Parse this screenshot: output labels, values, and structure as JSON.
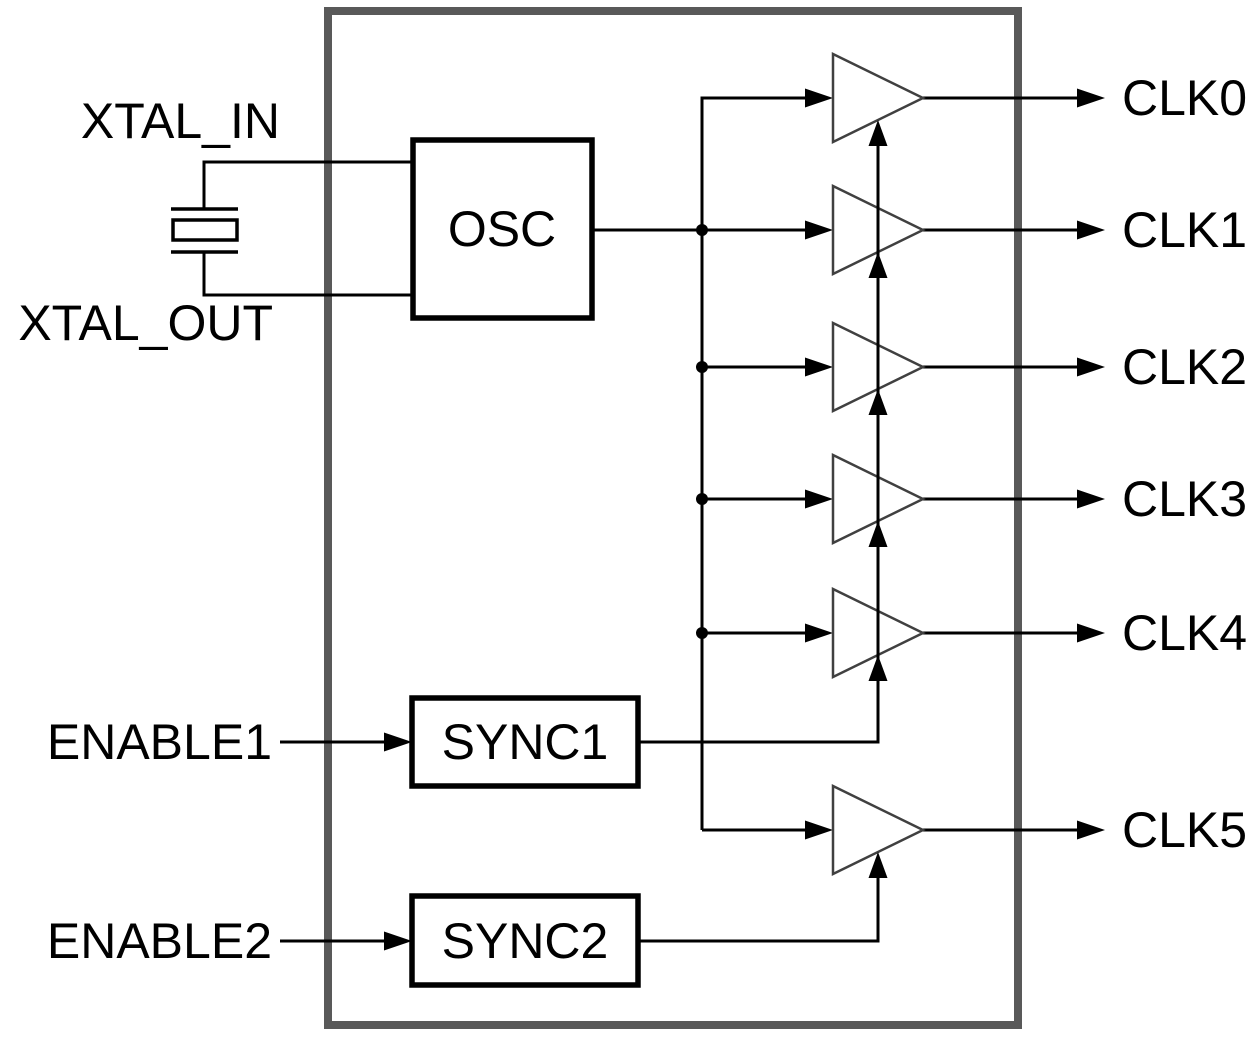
{
  "diagram": {
    "kind": "clock-buffer-block-diagram",
    "blocks": {
      "osc": "OSC",
      "sync1": "SYNC1",
      "sync2": "SYNC2"
    },
    "inputs": {
      "xtal_in": "XTAL_IN",
      "xtal_out": "XTAL_OUT",
      "enable1": "ENABLE1",
      "enable2": "ENABLE2"
    },
    "outputs": [
      "CLK0",
      "CLK1",
      "CLK2",
      "CLK3",
      "CLK4",
      "CLK5"
    ],
    "colors": {
      "background": "#ffffff",
      "wire": "#000000",
      "chip_border": "#595959",
      "buffer_stroke": "#404040",
      "label_text": "#000000"
    }
  }
}
